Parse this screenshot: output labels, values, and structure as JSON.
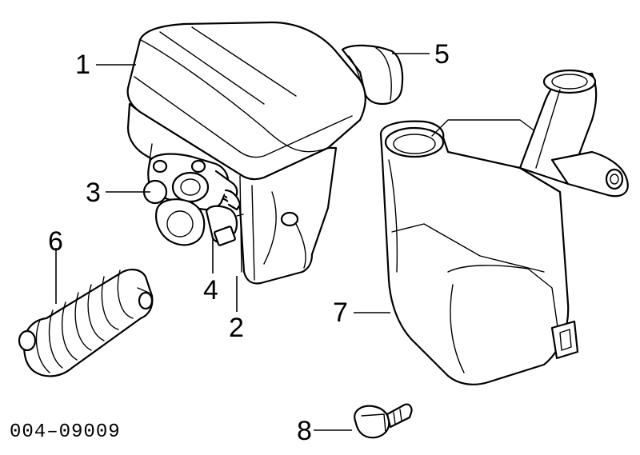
{
  "callouts": [
    {
      "id": "1",
      "text": "1"
    },
    {
      "id": "2",
      "text": "2"
    },
    {
      "id": "3",
      "text": "3"
    },
    {
      "id": "4",
      "text": "4"
    },
    {
      "id": "5",
      "text": "5"
    },
    {
      "id": "6",
      "text": "6"
    },
    {
      "id": "7",
      "text": "7"
    },
    {
      "id": "8",
      "text": "8"
    }
  ],
  "diagram_id": "004–09009"
}
